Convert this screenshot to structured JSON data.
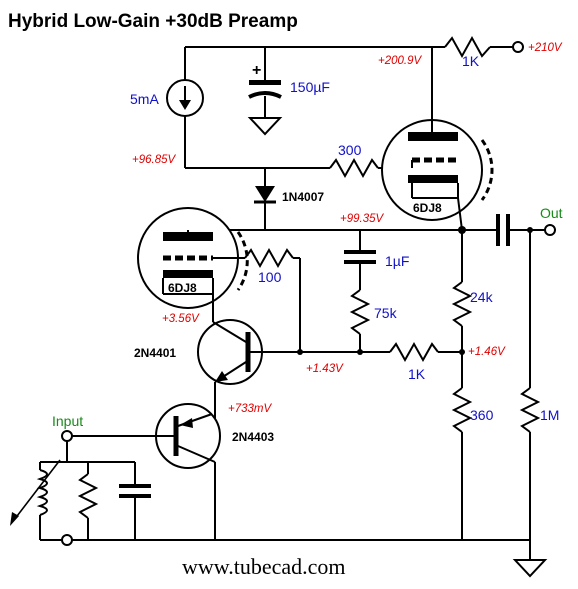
{
  "title": "Hybrid Low-Gain +30dB Preamp",
  "website": "www.tubecad.com",
  "ports": {
    "input": "Input",
    "output": "Out"
  },
  "tubes": {
    "top": "6DJ8",
    "bottom": "6DJ8"
  },
  "transistors": {
    "upper": "2N4401",
    "lower": "2N4403"
  },
  "diode": "1N4007",
  "values": {
    "current_source": "5mA",
    "cap_supply": "150µF",
    "r_supply": "1K",
    "r_grid_top": "300",
    "r_grid_bottom": "100",
    "cap_fb": "1µF",
    "r_fb": "75k",
    "r_divider_top": "24k",
    "r_feedback": "1K",
    "r_divider_bottom": "360",
    "r_output": "1M"
  },
  "voltages": {
    "supply": "+210V",
    "top_plate": "+200.9V",
    "cs_node": "+96.85V",
    "top_cathode": "+99.35V",
    "bottom_cathode": "+3.56V",
    "npn_base": "+1.43V",
    "divider_node": "+1.46V",
    "emitter": "+733mV"
  },
  "colors": {
    "value": "#1010c8",
    "voltage": "#e00000",
    "port": "#1a8a1a"
  }
}
